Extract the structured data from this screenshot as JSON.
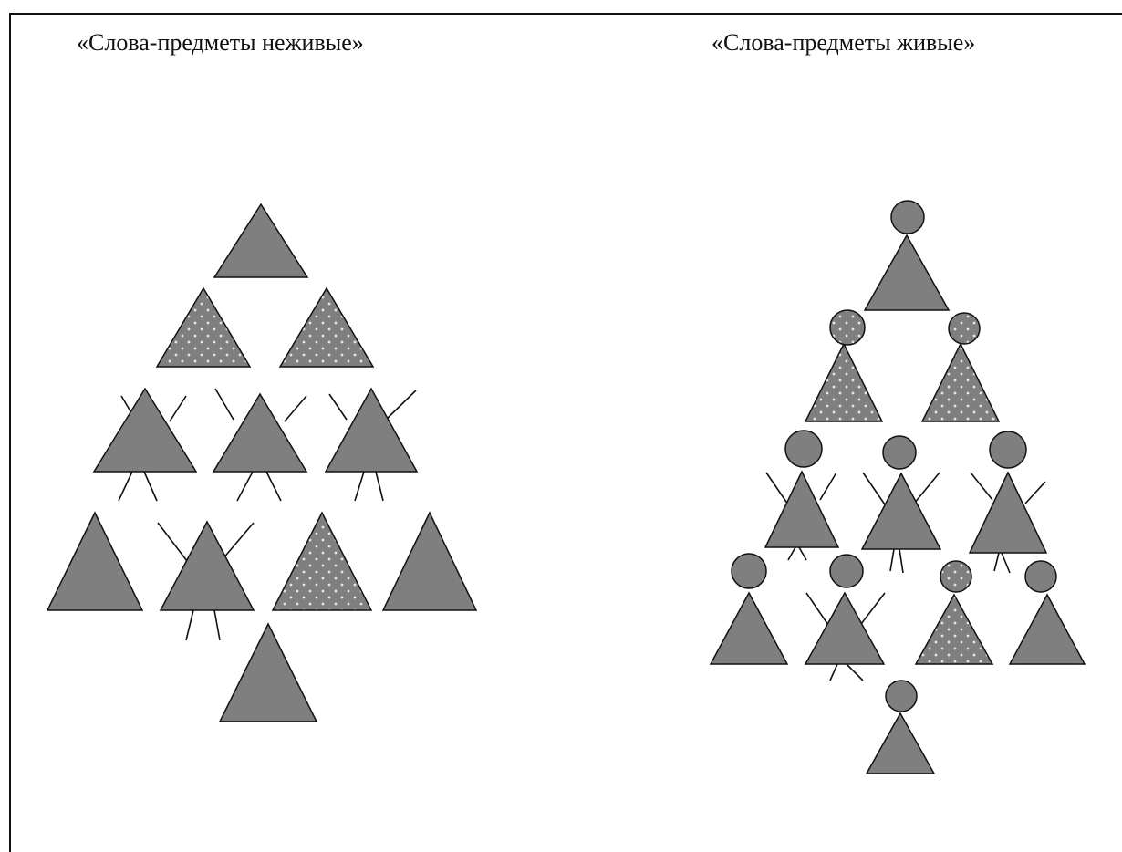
{
  "headings": {
    "left": "«Слова-предметы неживые»",
    "right": "«Слова-предметы живые»"
  },
  "colors": {
    "fill": "#7f7f7f",
    "stroke": "#111111",
    "dots": "#e6e6e6",
    "background": "#ffffff"
  },
  "figures": {
    "left": [
      {
        "row": 1,
        "pattern": "plain"
      },
      {
        "row": 2,
        "pattern": "dotted"
      },
      {
        "row": 2,
        "pattern": "dotted"
      },
      {
        "row": 3,
        "pattern": "limbs"
      },
      {
        "row": 3,
        "pattern": "limbs"
      },
      {
        "row": 3,
        "pattern": "limbs"
      },
      {
        "row": 4,
        "pattern": "plain"
      },
      {
        "row": 4,
        "pattern": "limbs"
      },
      {
        "row": 4,
        "pattern": "dotted"
      },
      {
        "row": 4,
        "pattern": "plain"
      },
      {
        "row": 5,
        "pattern": "plain"
      }
    ],
    "right": [
      {
        "row": 1,
        "pattern": "plain",
        "head": true
      },
      {
        "row": 2,
        "pattern": "dotted",
        "head": true
      },
      {
        "row": 2,
        "pattern": "dotted",
        "head": true
      },
      {
        "row": 3,
        "pattern": "limbs",
        "head": true
      },
      {
        "row": 3,
        "pattern": "limbs",
        "head": true
      },
      {
        "row": 3,
        "pattern": "limbs",
        "head": true
      },
      {
        "row": 4,
        "pattern": "plain",
        "head": true
      },
      {
        "row": 4,
        "pattern": "limbs",
        "head": true
      },
      {
        "row": 4,
        "pattern": "dotted",
        "head": true
      },
      {
        "row": 4,
        "pattern": "plain",
        "head": true
      },
      {
        "row": 5,
        "pattern": "plain",
        "head": true
      }
    ]
  }
}
